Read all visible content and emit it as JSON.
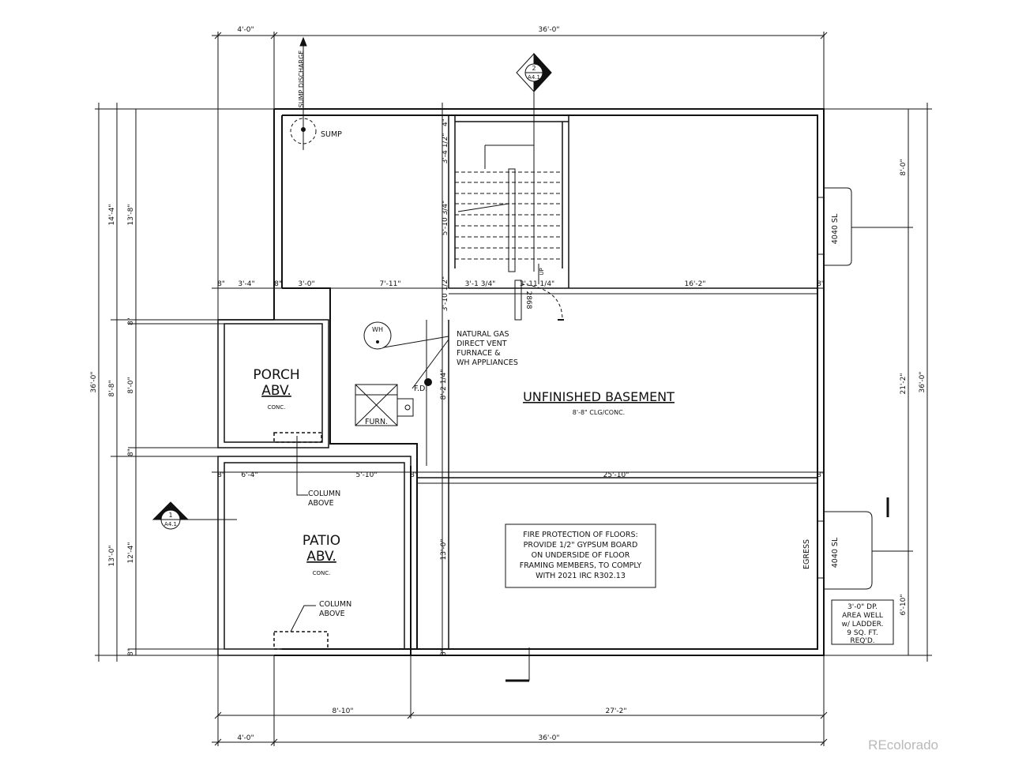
{
  "watermark": "REcolorado",
  "dims_top": {
    "left": "4'-0\"",
    "main": "36'-0\""
  },
  "dims_bottom": {
    "left": "4'-0\"",
    "main": "36'-0\"",
    "seg1": "8'-10\"",
    "seg2": "27'-2\""
  },
  "dims_left": {
    "outer": "36'-0\"",
    "upper_a": "14'-4\"",
    "upper_b": "13'-8\"",
    "mid": "8'-8\"",
    "mid_b": "8'-0\"",
    "lower_a": "13'-0\"",
    "lower_b": "12'-4\""
  },
  "dims_right": {
    "outer": "36'-0\"",
    "top": "8'-0\"",
    "mid": "21'-2\"",
    "bottom": "6'-10\""
  },
  "dims_interior": {
    "row1": [
      "8\"",
      "3'-4\"",
      "8\"",
      "3'-0\"",
      "7'-11\"",
      "3'-10 1/2\"",
      "3'-1 3/4\"",
      "3'-11 1/4\"",
      "16'-2\"",
      "8\""
    ],
    "row2": [
      "8\"",
      "6'-4\"",
      "5'-10\"",
      "8\"",
      "25'-10\"",
      "8\""
    ],
    "stair": [
      "4\"",
      "3'-4 1/2\"",
      "5'-10 3/4\""
    ],
    "left_small": [
      "8\"",
      "8\"",
      "8\""
    ],
    "furnace_v": "8'-2 1/4\"",
    "basement_v": "13'-0\"",
    "inner_bot": "8\""
  },
  "labels": {
    "sump": "SUMP",
    "sump_discharge": "SUMP DISCHARGE",
    "wh": "WH",
    "fd": "F.D.",
    "furn": "FURN.",
    "door": "2868",
    "up": "UP",
    "window1": "4040 SL",
    "window2": "4040 SL",
    "egress": "EGRESS",
    "gas_note": [
      "NATURAL GAS",
      "DIRECT VENT",
      "FURNACE &",
      "WH APPLIANCES"
    ],
    "column1": [
      "COLUMN",
      "ABOVE"
    ],
    "column2": [
      "COLUMN",
      "ABOVE"
    ],
    "areawell": [
      "3'-0\" DP.",
      "AREA WELL",
      "w/ LADDER.",
      "9 SQ. FT.",
      "REQ'D."
    ]
  },
  "rooms": {
    "porch": {
      "l1": "PORCH",
      "l2": "ABV.",
      "sub": "CONC."
    },
    "patio": {
      "l1": "PATIO",
      "l2": "ABV.",
      "sub": "CONC."
    },
    "basement": {
      "title": "UNFINISHED BASEMENT",
      "sub": "8'-8\" CLG/CONC."
    }
  },
  "fire_note": [
    "FIRE PROTECTION OF FLOORS:",
    "PROVIDE 1/2\" GYPSUM BOARD",
    "ON UNDERSIDE OF FLOOR",
    "FRAMING MEMBERS, TO COMPLY",
    "WITH 2021 IRC R302.13"
  ],
  "section_markers": {
    "top": {
      "num": "2",
      "sheet": "A4.1"
    },
    "left": {
      "num": "1",
      "sheet": "A4.1"
    }
  }
}
